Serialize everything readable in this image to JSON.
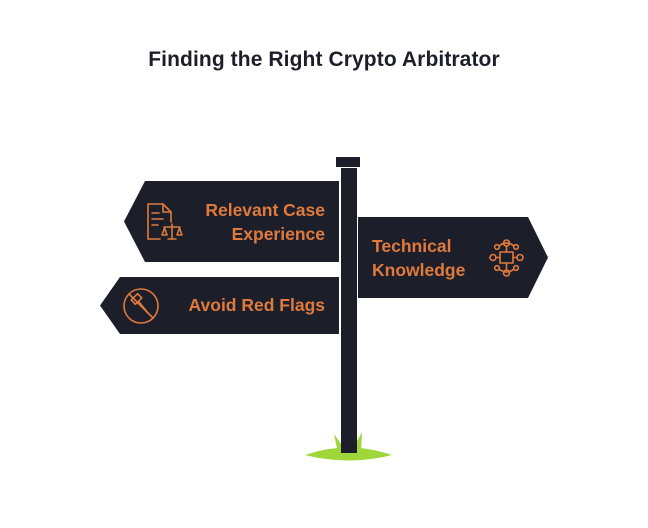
{
  "title": "Finding the Right Crypto Arbitrator",
  "colors": {
    "sign_fill": "#1c1f2a",
    "accent": "#e07a3c",
    "grass": "#9fd63a",
    "grass_dark": "#7bbf25"
  },
  "signs": [
    {
      "label_line1": "Relevant Case",
      "label_line2": "Experience",
      "icon": "legal-document-scales-icon"
    },
    {
      "label_line1": "Technical",
      "label_line2": "Knowledge",
      "icon": "network-nodes-icon"
    },
    {
      "label_line1": "Avoid Red Flags",
      "icon": "no-gavel-icon"
    }
  ]
}
